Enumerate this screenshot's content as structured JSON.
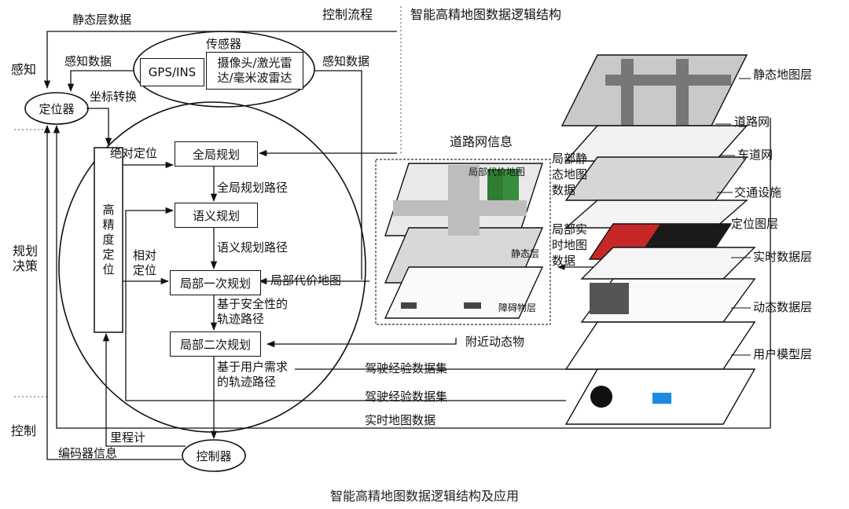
{
  "header": {
    "title": "智能高精地图数据逻辑结构",
    "control_flow": "控制流程"
  },
  "stages": {
    "perception": "感知",
    "planning": "规划\n决策",
    "control": "控制"
  },
  "left": {
    "static_layer_data": "静态层数据",
    "perception_data_left": "感知数据",
    "perception_data_right": "感知数据",
    "coordinate_transform": "坐标转换",
    "localizer": "定位器",
    "sensor_title": "传感器",
    "gps_ins": "GPS/INS",
    "camera_lidar": "摄像头/激光雷\n达/毫米波雷达",
    "absolute_localization": "绝对定位",
    "relative_localization": "相对\n定位",
    "hd_localization": "高\n精\n度\n定\n位",
    "global_planning": "全局规划",
    "global_path": "全局规划路径",
    "semantic_planning": "语义规划",
    "semantic_path": "语义规划路径",
    "local_first": "局部一次规划",
    "safe_path": "基于安全性的\n轨迹路径",
    "local_second": "局部二次规划",
    "user_path": "基于用户需求\n的轨迹路径",
    "odometer": "里程计",
    "encoder_info": "编码器信息",
    "controller": "控制器"
  },
  "middle": {
    "road_network_info": "道路网信息",
    "local_cost_map_label": "局部代价地图",
    "local_cost_map_arrow": "局部代价地图",
    "static_layer": "静态层",
    "obstacle_layer": "障碍物层",
    "local_static_map": "局部静\n态地图\n数据",
    "local_realtime_map": "局部实\n时地图\n数据",
    "nearby_dynamic": "附近动态物",
    "driving_dataset_1": "驾驶经验数据集",
    "driving_dataset_2": "驾驶经验数据集",
    "realtime_map_data": "实时地图数据"
  },
  "layers": [
    "静态地图层",
    "道路网",
    "车道网",
    "交通设施",
    "定位图层",
    "实时数据层",
    "动态数据层",
    "用户模型层"
  ],
  "caption": "智能高精地图数据逻辑结构及应用"
}
